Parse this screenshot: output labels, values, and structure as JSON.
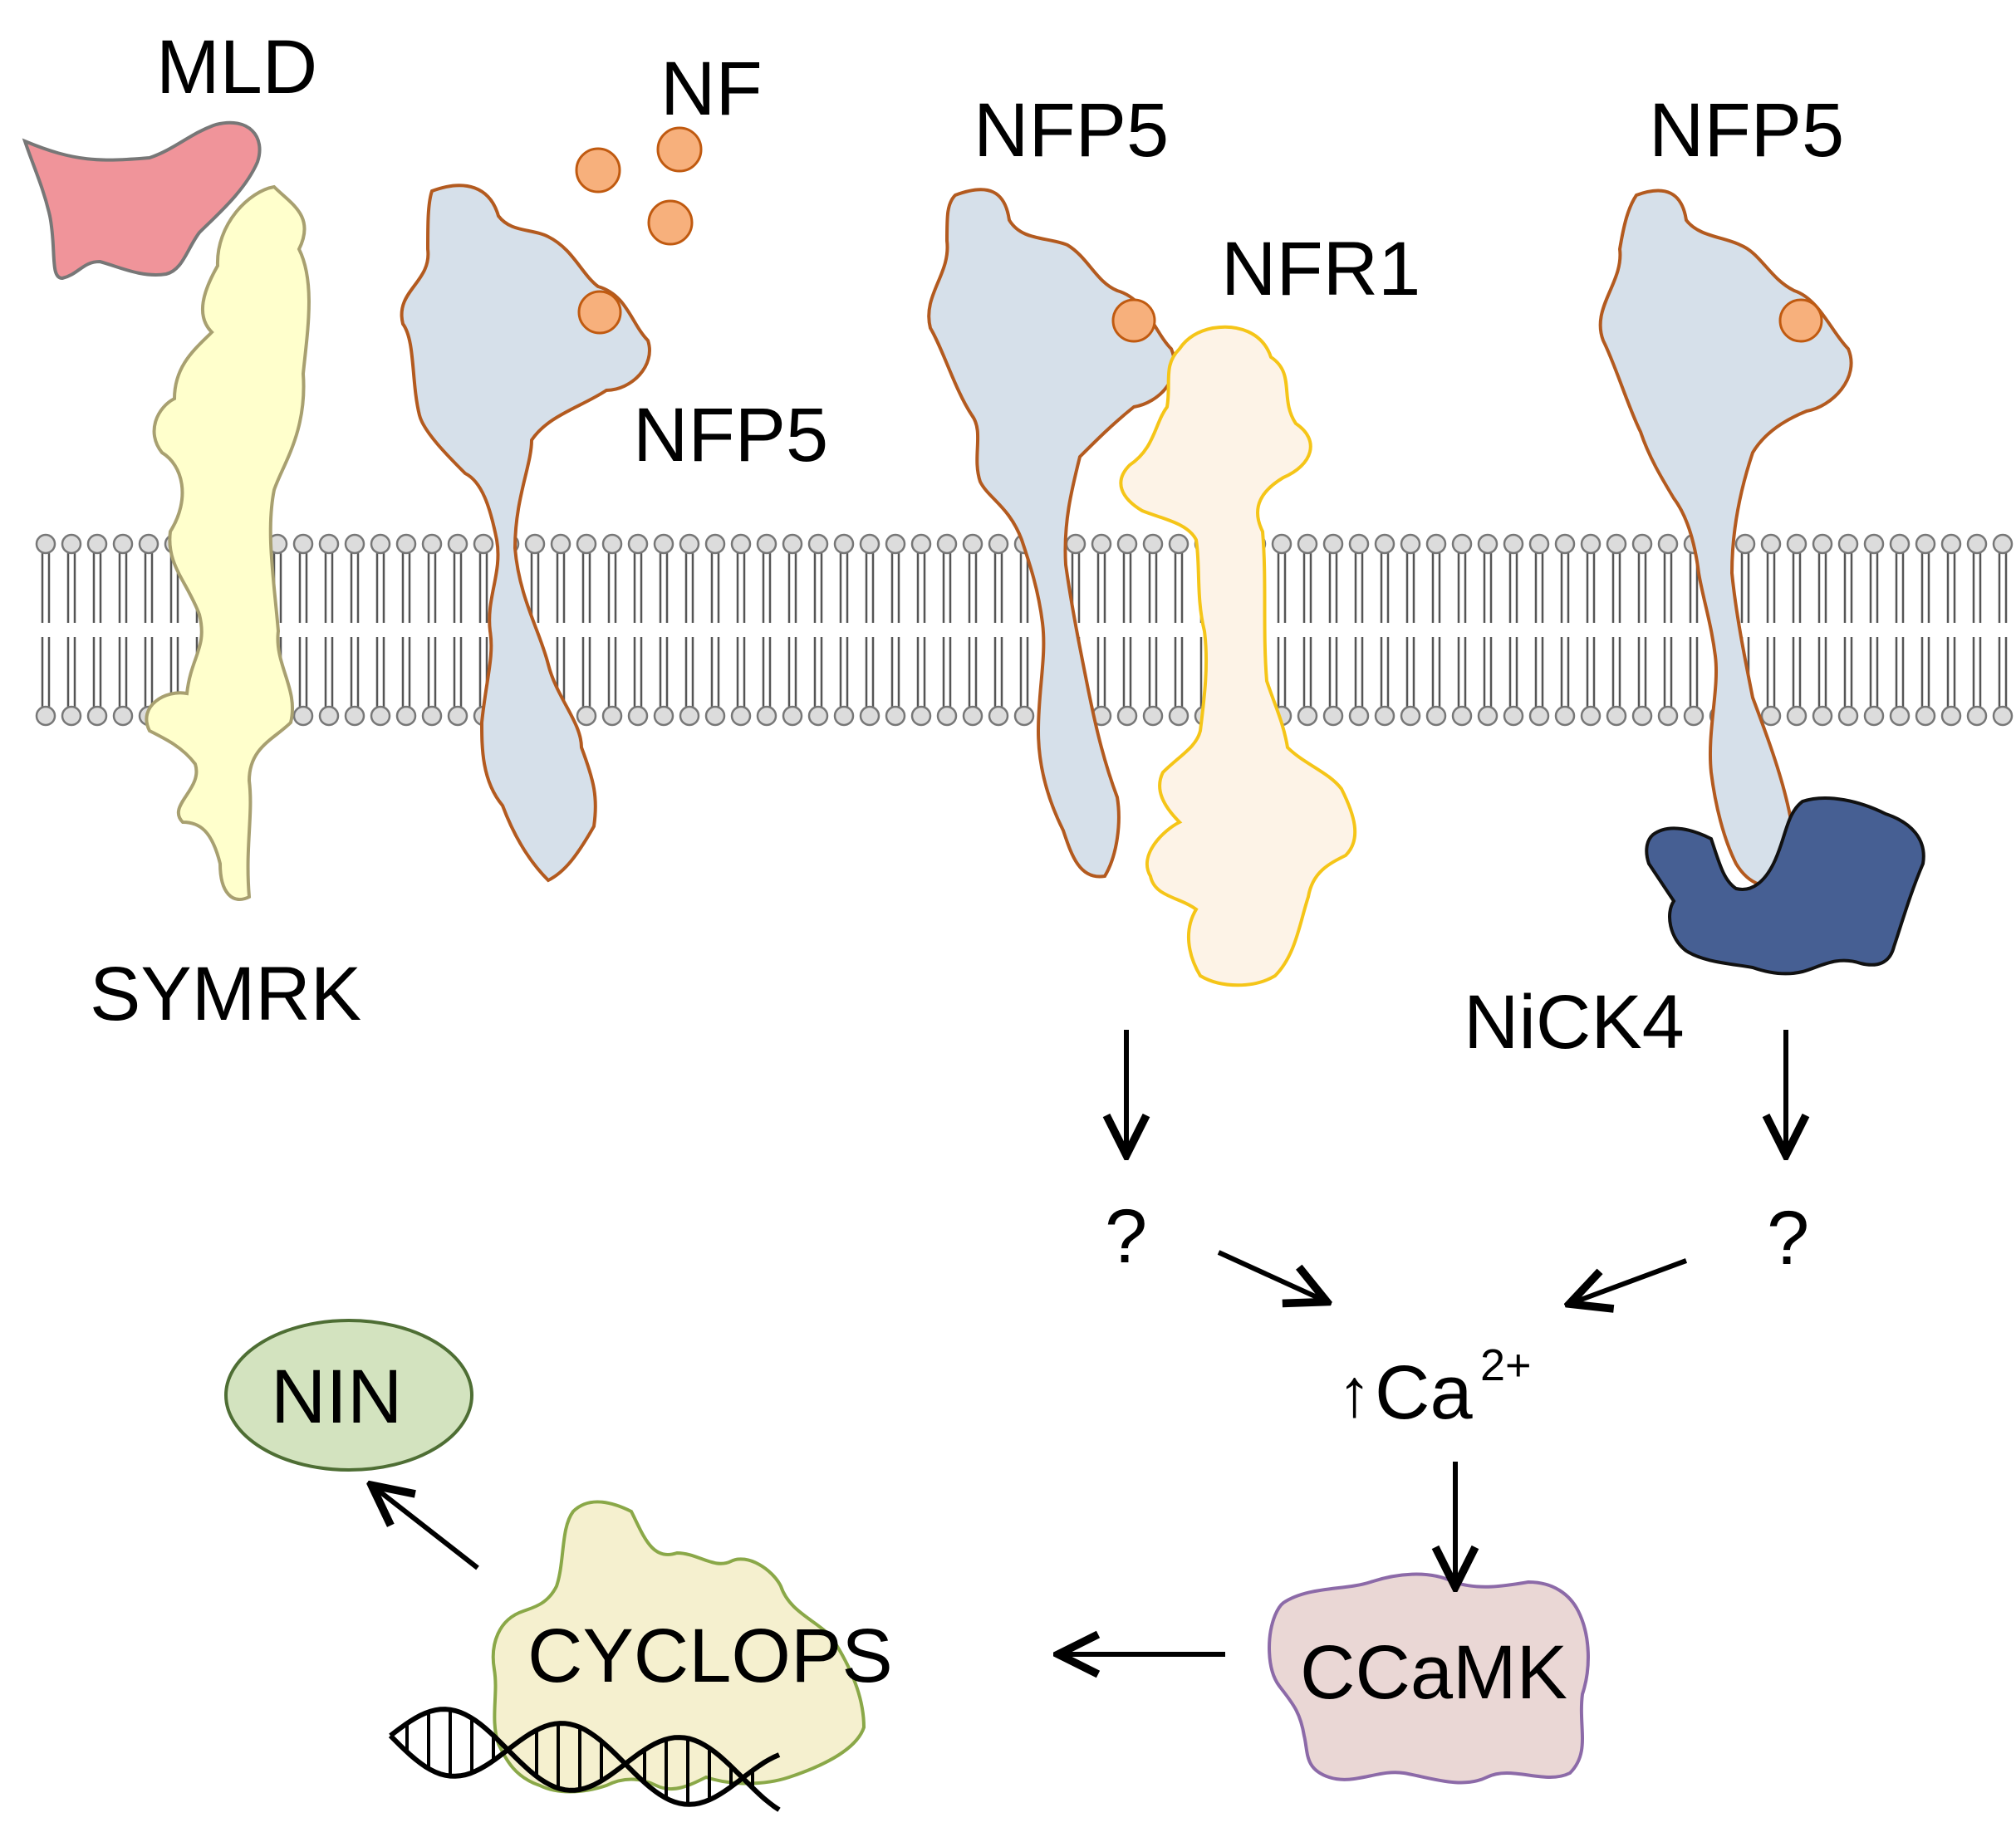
{
  "labels": {
    "mld": "MLD",
    "nf": "NF",
    "nfp5_left": "NFP5",
    "nfp5_middle": "NFP5",
    "nfp5_right": "NFP5",
    "nfr1": "NFR1",
    "symrk": "SYMRK",
    "nick4": "NiCK4",
    "question_left": "?",
    "question_right": "?",
    "calcium_arrow": "↑",
    "calcium": "Ca",
    "calcium_charge": "2+",
    "ccamk": "CCaMK",
    "cyclops": "CYCLOPS",
    "nin": "NIN"
  },
  "colors": {
    "mld": "#f0949a",
    "symrk": "#ffffcc",
    "nfp5": "#d6e0ea",
    "nfp5_outline": "#b35a1f",
    "nf_ligand": "#f7b07c",
    "nfr1": "#fdf3e7",
    "nfr1_outline": "#f5c518",
    "nick4": "#465f93",
    "membrane_head": "#dcdcdc",
    "ccamk": "#ead7d5",
    "ccamk_outline": "#8c6aa8",
    "cyclops": "#f5f0cf",
    "cyclops_outline": "#8aa848",
    "nin": "#d3e3bf",
    "nin_outline": "#4e6e34"
  }
}
